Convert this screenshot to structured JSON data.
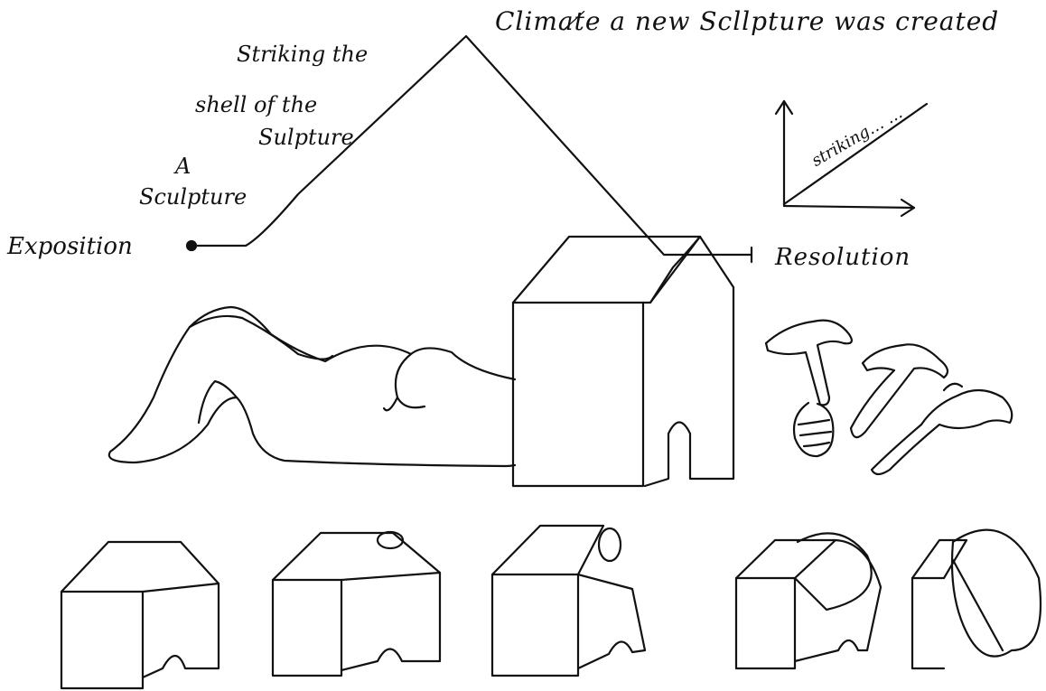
{
  "labels": {
    "climax": "Climat̸e  a new Scllpture was created",
    "rising_1_line1": "Striking the",
    "rising_1_line2": "shell of the",
    "rising_1_line3": "Sulpture",
    "rising_0_line1": "A",
    "rising_0_line2": "Sculpture",
    "exposition": "Exposition",
    "resolution": "Resolution",
    "axis_label": "striking… …"
  },
  "colors": {
    "ink": "#111111",
    "paper": "#ffffff"
  },
  "icons": [
    "hammer-icon",
    "hand-holding-hammer-icon"
  ]
}
